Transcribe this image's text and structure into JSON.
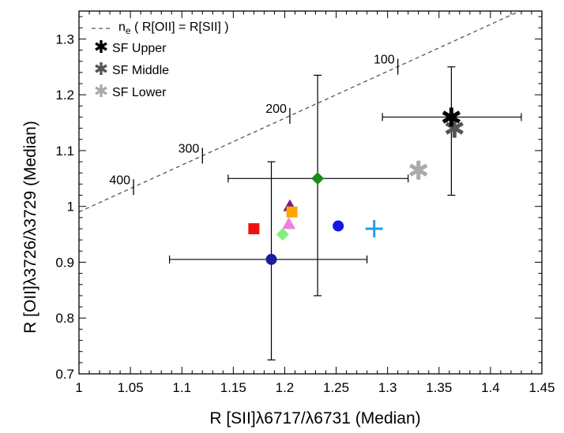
{
  "chart_data": {
    "type": "scatter",
    "xlabel": "R [SII]λ6717/λ6731 (Median)",
    "ylabel": "R [OII]λ3726/λ3729 (Median)",
    "xlim": [
      1.0,
      1.45
    ],
    "ylim": [
      0.7,
      1.35
    ],
    "xticks": [
      "1",
      "1.05",
      "1.1",
      "1.15",
      "1.2",
      "1.25",
      "1.3",
      "1.35",
      "1.4",
      "1.45"
    ],
    "yticks": [
      "0.7",
      "0.8",
      "0.9",
      "1",
      "1.1",
      "1.2",
      "1.3"
    ],
    "xtick_values": [
      1.0,
      1.05,
      1.1,
      1.15,
      1.2,
      1.25,
      1.3,
      1.35,
      1.4,
      1.45
    ],
    "ytick_values": [
      0.7,
      0.8,
      0.9,
      1.0,
      1.1,
      1.2,
      1.3
    ],
    "grid": false,
    "legend_position": "top-left",
    "density_line": {
      "legend": "n",
      "legend_sub": "e",
      "legend_rest": " ( R[OII] = R[SII] )",
      "x": [
        1.0,
        1.5
      ],
      "y": [
        0.99,
        1.41
      ],
      "color": "#555555",
      "annotations": [
        {
          "label": "100",
          "x": 1.31
        },
        {
          "label": "200",
          "x": 1.205
        },
        {
          "label": "300",
          "x": 1.12
        },
        {
          "label": "400",
          "x": 1.053
        }
      ]
    },
    "series": [
      {
        "name": "SF Upper",
        "marker": "asterisk",
        "color": "#000000",
        "x": 1.362,
        "y": 1.16,
        "xerr": [
          1.295,
          1.43
        ],
        "yerr": [
          1.02,
          1.25
        ]
      },
      {
        "name": "SF Middle",
        "marker": "asterisk",
        "color": "#555555",
        "x": 1.365,
        "y": 1.14
      },
      {
        "name": "SF Lower",
        "marker": "asterisk",
        "color": "#aaaaaa",
        "x": 1.33,
        "y": 1.065
      }
    ],
    "points": [
      {
        "marker": "diamond",
        "color": "#1a8a1a",
        "x": 1.232,
        "y": 1.05,
        "xerr": [
          1.145,
          1.32
        ],
        "yerr": [
          0.84,
          1.235
        ]
      },
      {
        "marker": "circle",
        "color": "#1c1c9c",
        "x": 1.187,
        "y": 0.905,
        "xerr": [
          1.088,
          1.28
        ],
        "yerr": [
          0.725,
          1.08
        ]
      },
      {
        "marker": "circle",
        "color": "#1515e6",
        "x": 1.252,
        "y": 0.965
      },
      {
        "marker": "plus",
        "color": "#1ea0e6",
        "x": 1.287,
        "y": 0.96
      },
      {
        "marker": "square",
        "color": "#ee1111",
        "x": 1.17,
        "y": 0.96
      },
      {
        "marker": "triangle",
        "color": "#7a1a8c",
        "x": 1.205,
        "y": 1.0
      },
      {
        "marker": "square",
        "color": "#ffa500",
        "x": 1.207,
        "y": 0.99
      },
      {
        "marker": "triangle",
        "color": "#f080e0",
        "x": 1.204,
        "y": 0.968
      },
      {
        "marker": "diamond",
        "color": "#7ef07e",
        "x": 1.198,
        "y": 0.95
      }
    ]
  }
}
